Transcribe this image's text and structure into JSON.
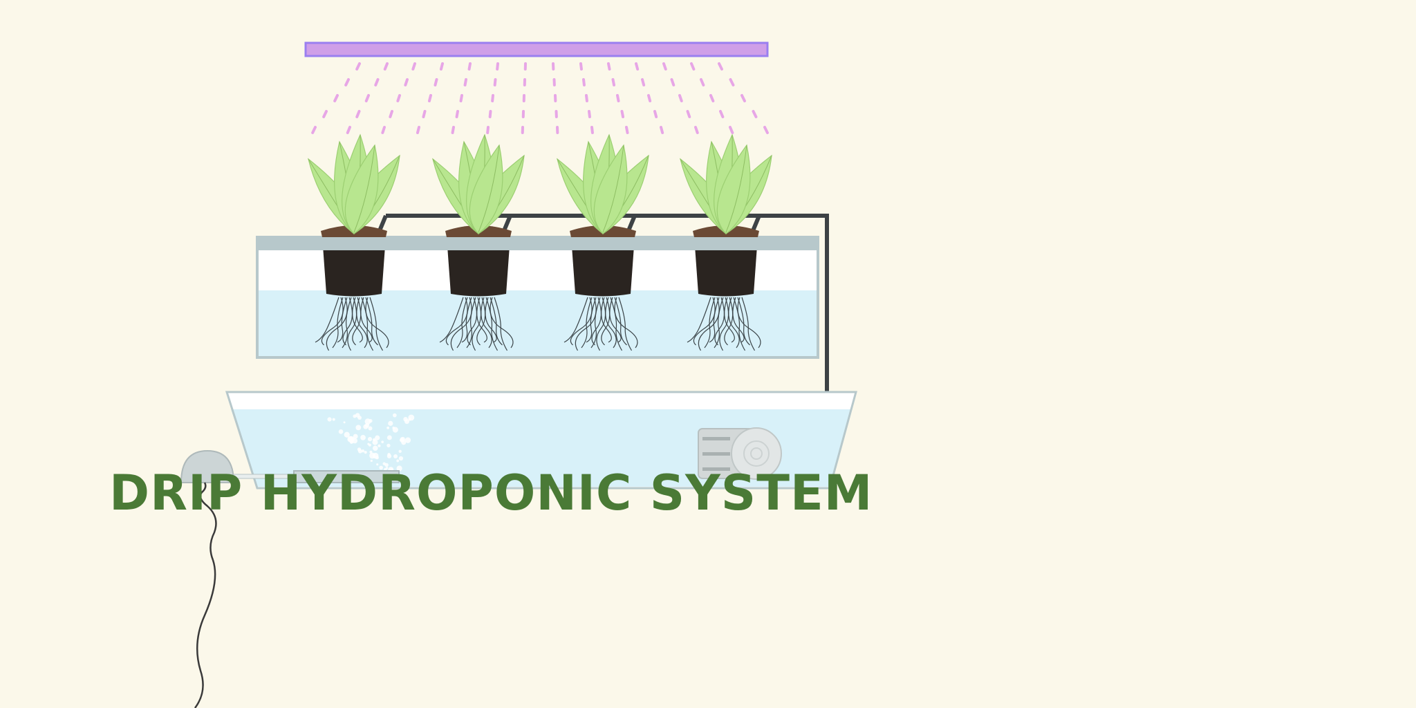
{
  "title": "DRIP HYDROPONIC SYSTEM",
  "colors": {
    "background": "#fbf8ea",
    "title": "#4a7a36",
    "grow_light": "#cf9fe8",
    "grow_light_border": "#9a7ff0",
    "light_rays": "#e7a6e6",
    "leaf": "#b8e68f",
    "pot": "#2a2420",
    "soil": "#6b4a35",
    "tube": "#3d4245",
    "water": "#d8f1f9",
    "tray_lid": "#b7c8cb"
  },
  "components": [
    "grow-light",
    "plant",
    "net-pot",
    "grow-tray",
    "drip-line",
    "reservoir",
    "water-pump",
    "air-pump",
    "air-stone"
  ],
  "plant_count": 4
}
